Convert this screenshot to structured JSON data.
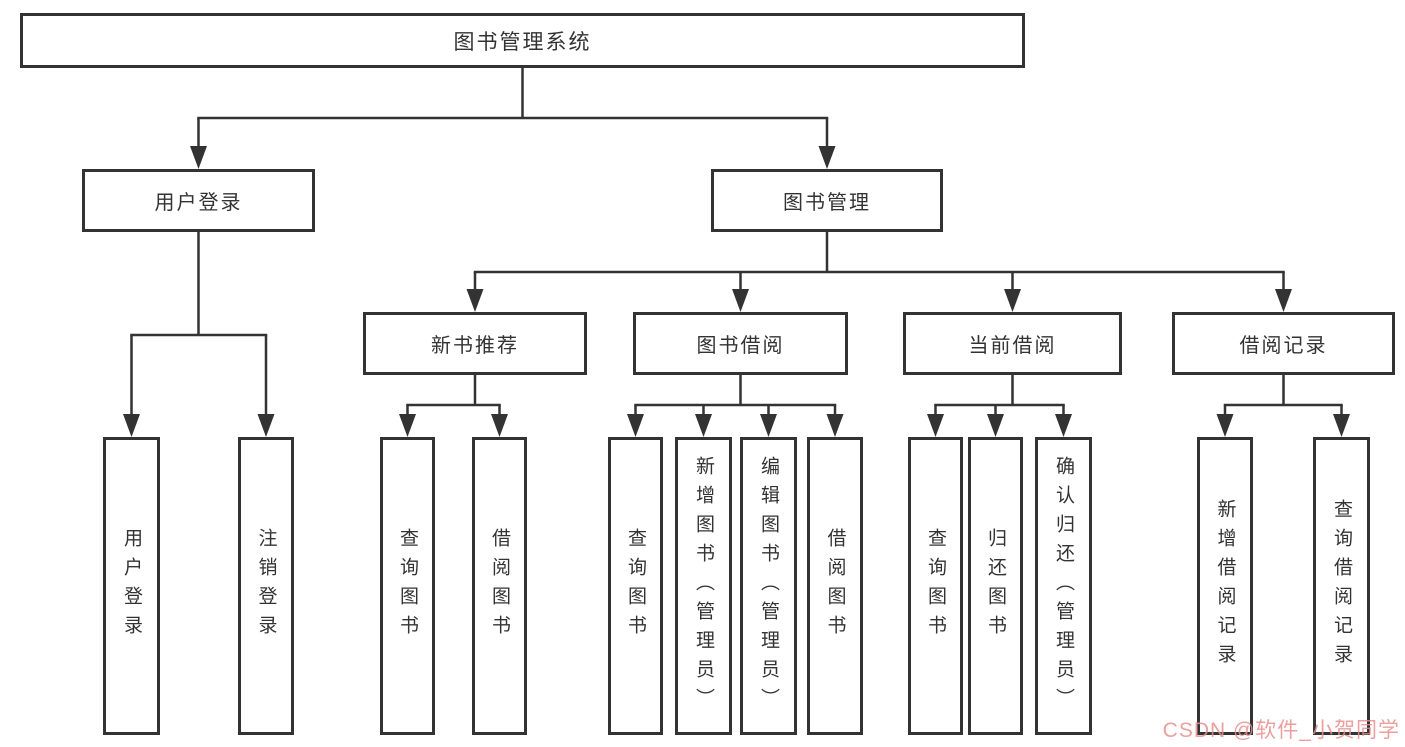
{
  "diagram": {
    "root": {
      "label": "图书管理系统"
    },
    "level2": {
      "user_login": {
        "label": "用户登录"
      },
      "book_mgmt": {
        "label": "图书管理"
      }
    },
    "level3": {
      "new_book_rec": {
        "label": "新书推荐"
      },
      "book_borrow": {
        "label": "图书借阅"
      },
      "current_borrow": {
        "label": "当前借阅"
      },
      "borrow_records": {
        "label": "借阅记录"
      }
    },
    "leaves": {
      "user_login": [
        "用户登录",
        "注销登录"
      ],
      "new_book_rec": [
        "查询图书",
        "借阅图书"
      ],
      "book_borrow": [
        "查询图书",
        "新增图书（管理员）",
        "编辑图书（管理员）",
        "借阅图书"
      ],
      "current_borrow": [
        "查询图书",
        "归还图书",
        "确认归还（管理员）"
      ],
      "borrow_records": [
        "新增借阅记录",
        "查询借阅记录"
      ]
    }
  },
  "watermark": {
    "text": "CSDN @软件_小贺同学",
    "color": "#e78e8e"
  },
  "colors": {
    "line": "#333333",
    "box_border": "#333333",
    "text": "#333333",
    "background": "#ffffff"
  }
}
